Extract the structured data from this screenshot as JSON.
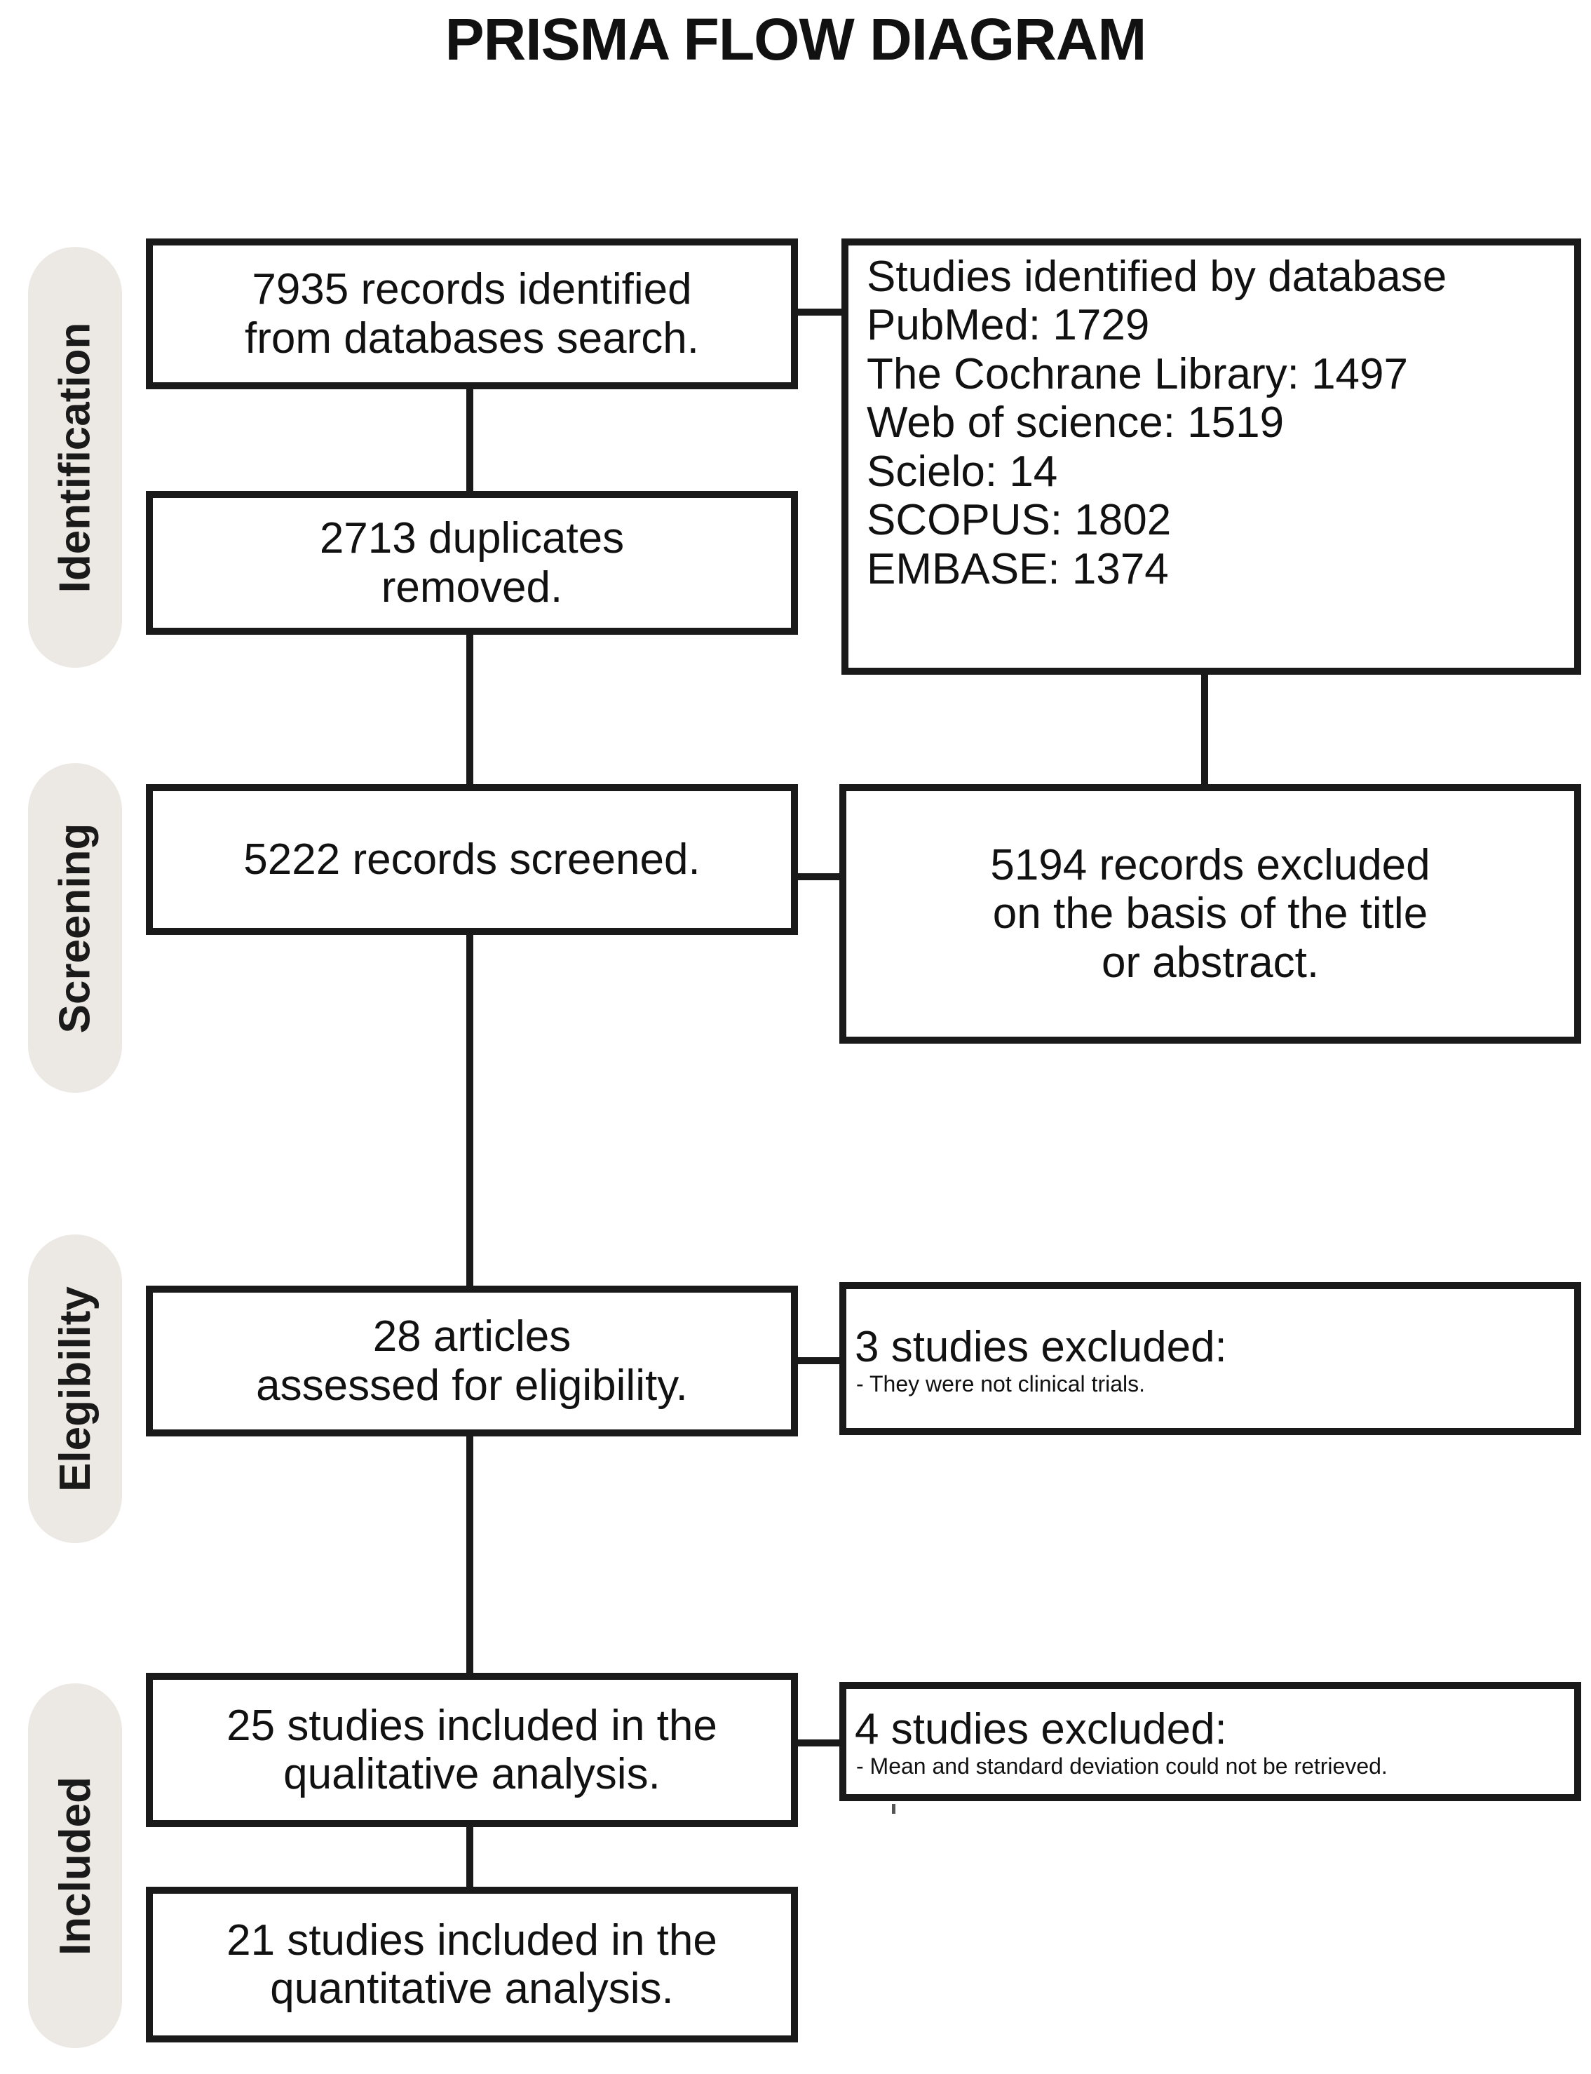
{
  "title": "PRISMA FLOW DIAGRAM",
  "stages": [
    {
      "id": "identification",
      "label": "Identification"
    },
    {
      "id": "screening",
      "label": "Screening"
    },
    {
      "id": "eligibility",
      "label": "Elegibility"
    },
    {
      "id": "included",
      "label": "Included"
    }
  ],
  "boxes": {
    "records_identified": {
      "line1": "7935 records identified",
      "line2": "from databases search."
    },
    "databases": {
      "heading": "Studies identified by database",
      "entries": [
        {
          "name": "PubMed",
          "count": "1729",
          "text": "PubMed: 1729"
        },
        {
          "name": "The Cochrane Library",
          "count": "1497",
          "text": "The Cochrane Library: 1497"
        },
        {
          "name": "Web of science",
          "count": "1519",
          "text": "Web of science: 1519"
        },
        {
          "name": "Scielo",
          "count": "14",
          "text": "Scielo: 14"
        },
        {
          "name": "SCOPUS",
          "count": "1802",
          "text": "SCOPUS: 1802"
        },
        {
          "name": "EMBASE",
          "count": "1374",
          "text": "EMBASE: 1374"
        }
      ]
    },
    "duplicates_removed": {
      "line1": "2713 duplicates",
      "line2": "removed."
    },
    "records_screened": {
      "line1": "5222 records screened."
    },
    "records_excluded": {
      "line1": "5194 records excluded",
      "line2": "on the basis of the title",
      "line3": "or abstract."
    },
    "articles_assessed": {
      "line1": "28 articles",
      "line2": "assessed for eligibility."
    },
    "excluded_eligibility": {
      "heading": "3 studies excluded:",
      "reason1": "- They were not clinical trials."
    },
    "qualitative_included": {
      "line1": "25 studies included in the",
      "line2": "qualitative analysis."
    },
    "excluded_quantitative": {
      "heading": "4 studies excluded:",
      "reason1": "- Mean and standard deviation could not be retrieved."
    },
    "quantitative_included": {
      "line1": "21 studies included in the",
      "line2": "quantitative analysis."
    }
  },
  "colors": {
    "stroke": "#1a1a1a",
    "pill_background": "#ece8e4",
    "box_background": "#ffffff",
    "text": "#111111"
  },
  "chart_data": {
    "type": "diagram",
    "title": "PRISMA FLOW DIAGRAM",
    "stages": [
      "Identification",
      "Screening",
      "Elegibility",
      "Included"
    ],
    "nodes": [
      {
        "id": "records_identified",
        "stage": "Identification",
        "value": 7935,
        "label": "7935 records identified from databases search."
      },
      {
        "id": "duplicates_removed",
        "stage": "Identification",
        "value": 2713,
        "label": "2713 duplicates removed."
      },
      {
        "id": "databases",
        "stage": "Identification",
        "value": 7935,
        "label": "Studies identified by database"
      },
      {
        "id": "records_screened",
        "stage": "Screening",
        "value": 5222,
        "label": "5222 records screened."
      },
      {
        "id": "records_excluded",
        "stage": "Screening",
        "value": 5194,
        "label": "5194 records excluded on the basis of the title or abstract."
      },
      {
        "id": "articles_assessed",
        "stage": "Elegibility",
        "value": 28,
        "label": "28 articles assessed for eligibility."
      },
      {
        "id": "excluded_eligibility",
        "stage": "Elegibility",
        "value": 3,
        "label": "3 studies excluded: - They were not clinical trials."
      },
      {
        "id": "qualitative_included",
        "stage": "Included",
        "value": 25,
        "label": "25 studies included in the qualitative analysis."
      },
      {
        "id": "excluded_quantitative",
        "stage": "Included",
        "value": 4,
        "label": "4 studies excluded: - Mean and standard deviation could not be retrieved."
      },
      {
        "id": "quantitative_included",
        "stage": "Included",
        "value": 21,
        "label": "21 studies included in the quantitative analysis."
      }
    ],
    "database_breakdown": {
      "categories": [
        "PubMed",
        "The Cochrane Library",
        "Web of science",
        "Scielo",
        "SCOPUS",
        "EMBASE"
      ],
      "values": [
        1729,
        1497,
        1519,
        14,
        1802,
        1374
      ]
    },
    "edges": [
      {
        "from": "records_identified",
        "to": "databases"
      },
      {
        "from": "records_identified",
        "to": "duplicates_removed"
      },
      {
        "from": "duplicates_removed",
        "to": "records_screened"
      },
      {
        "from": "databases",
        "to": "records_excluded"
      },
      {
        "from": "records_screened",
        "to": "records_excluded"
      },
      {
        "from": "records_screened",
        "to": "articles_assessed"
      },
      {
        "from": "articles_assessed",
        "to": "excluded_eligibility"
      },
      {
        "from": "articles_assessed",
        "to": "qualitative_included"
      },
      {
        "from": "qualitative_included",
        "to": "excluded_quantitative"
      },
      {
        "from": "qualitative_included",
        "to": "quantitative_included"
      }
    ]
  }
}
